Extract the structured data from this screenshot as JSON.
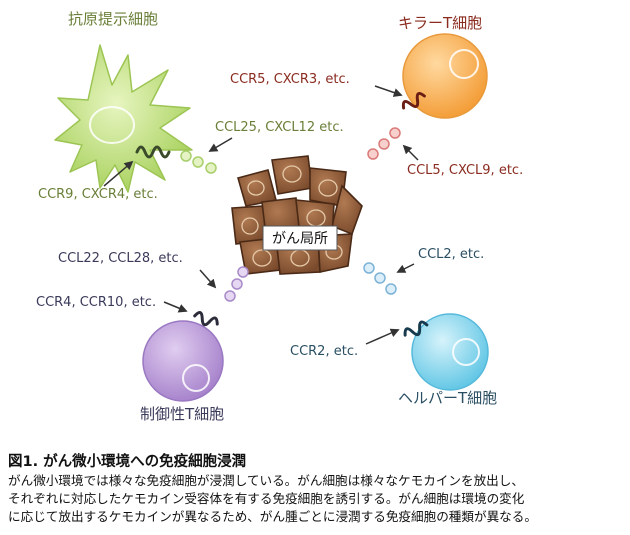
{
  "cells": {
    "apc": {
      "name": "抗原提示細胞",
      "receptor": "CCR9, CXCR4, etc.",
      "ligand": "CCL25, CXCL12 etc.",
      "color": "#b5d96a",
      "text_color": "#6a7f38"
    },
    "killer": {
      "name": "キラーT細胞",
      "receptor": "CCR5, CXCR3, etc.",
      "ligand": "CCL5, CXCL9, etc.",
      "color": "#f6a23f",
      "text_color": "#8a2b1f"
    },
    "treg": {
      "name": "制御性T細胞",
      "receptor": "CCR4, CCR10, etc.",
      "ligand": "CCL22, CCL28, etc.",
      "color": "#b28fd3",
      "text_color": "#3a3a5a"
    },
    "helper": {
      "name": "ヘルパーT細胞",
      "receptor": "CCR2, etc.",
      "ligand": "CCL2, etc.",
      "color": "#6fcde8",
      "text_color": "#2a4f63"
    }
  },
  "tumor": {
    "label": "がん局所",
    "color": "#8b5a3c"
  },
  "caption": {
    "title": "図1. がん微小環境への免疫細胞浸潤",
    "lines": [
      "がん微小環境では様々な免疫細胞が浸潤している。がん細胞は様々なケモカインを放出し、",
      "それぞれに対応したケモカイン受容体を有する免疫細胞を誘引する。がん細胞は環境の変化",
      "に応じて放出するケモカインが異なるため、がん腫ごとに浸潤する免疫細胞の種類が異なる。"
    ]
  }
}
